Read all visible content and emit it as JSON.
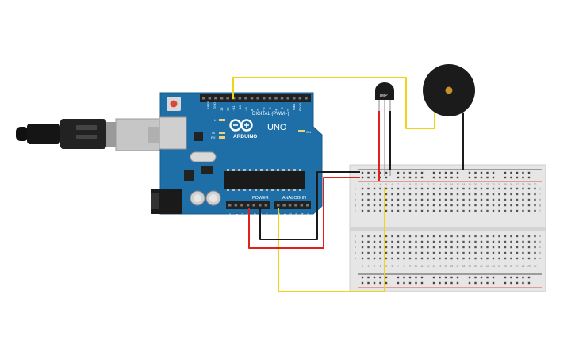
{
  "board": {
    "brand": "ARDUINO",
    "model": "UNO",
    "digital_label": "DIGITAL (PWM~)",
    "power_label": "POWER",
    "analog_label": "ANALOG IN",
    "aref": "AREF",
    "gnd": "GND",
    "digital_pins": [
      "13",
      "12",
      "~11",
      "~10",
      "~9",
      "8",
      "7",
      "~6",
      "~5",
      "4",
      "~3",
      "2",
      "TX▸1",
      "RX◂0"
    ],
    "power_pins": [
      "IOREF",
      "RESET",
      "3.3V",
      "5V",
      "GND",
      "GND",
      "Vin"
    ],
    "analog_pins": [
      "A0",
      "A1",
      "A2",
      "A3",
      "A4",
      "A5"
    ],
    "led_l": "L",
    "led_tx": "TX",
    "led_rx": "RX",
    "led_on": "ON"
  },
  "sensor": {
    "label": "TMP"
  },
  "breadboard": {
    "col_numbers": [
      "1",
      "2",
      "3",
      "4",
      "5",
      "6",
      "7",
      "8",
      "9",
      "10",
      "11",
      "12",
      "13",
      "14",
      "15",
      "16",
      "17",
      "18",
      "19",
      "20",
      "21",
      "22",
      "23",
      "24",
      "25",
      "26",
      "27",
      "28",
      "29",
      "30"
    ],
    "rows_top": [
      "j",
      "i",
      "h",
      "g",
      "f"
    ],
    "rows_bottom": [
      "e",
      "d",
      "c",
      "b",
      "a"
    ]
  },
  "colors": {
    "board": "#1e6fa8",
    "wire_yellow": "#f2d416",
    "wire_red": "#e0211b",
    "wire_black": "#1a1a1a",
    "breadboard": "#e6e6e6",
    "buzzer": "#1b1b1b",
    "buzzer_center": "#c8902a"
  }
}
